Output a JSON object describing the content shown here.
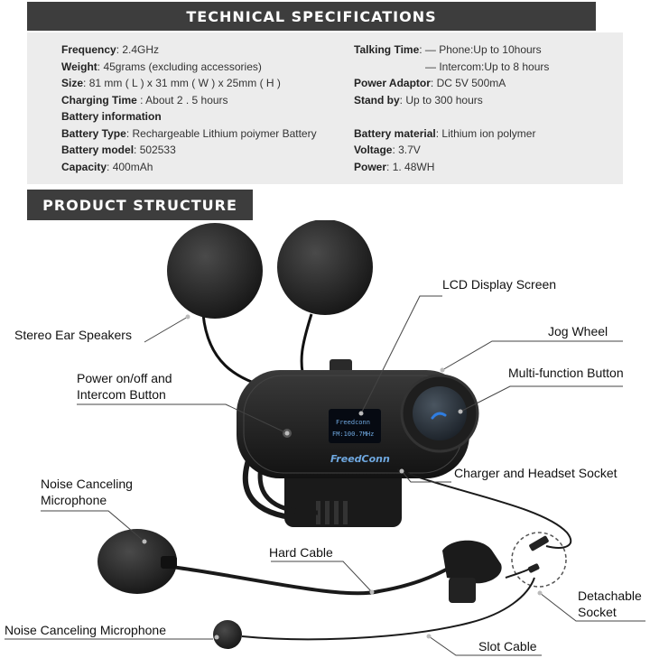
{
  "header": {
    "title": "TECHNICAL SPECIFICATIONS"
  },
  "specs": {
    "left": [
      {
        "label": "Frequency",
        "sep": ": ",
        "value": "2.4GHz"
      },
      {
        "label": "Weight",
        "sep": ": ",
        "value": "45grams (excluding accessories)"
      },
      {
        "label": "Size",
        "sep": ": ",
        "value": "81 mm ( L ) x 31 mm ( W ) x 25mm ( H )"
      },
      {
        "label": "Charging Time",
        "sep": " : ",
        "value": "About 2 . 5 hours"
      },
      {
        "label": "Battery information",
        "sep": "",
        "value": ""
      },
      {
        "label": "Battery Type",
        "sep": ": ",
        "value": "Rechargeable Lithium poiymer Battery"
      },
      {
        "label": "Battery model",
        "sep": ": ",
        "value": "502533"
      },
      {
        "label": "Capacity",
        "sep": ": ",
        "value": "400mAh"
      }
    ],
    "right": [
      {
        "label": "Talking Time",
        "sep": ": ",
        "value": "— Phone:Up to 10hours"
      },
      {
        "label": "",
        "sep": "",
        "value": "— Intercom:Up to 8 hours"
      },
      {
        "label": "Power Adaptor",
        "sep": ": ",
        "value": "DC 5V 500mA"
      },
      {
        "label": "Stand by",
        "sep": ": ",
        "value": "Up to 300 hours"
      },
      {
        "label": "Battery material",
        "sep": ": ",
        "value": "Lithium ion polymer"
      },
      {
        "label": "Voltage",
        "sep": ": ",
        "value": "3.7V"
      },
      {
        "label": "Power",
        "sep": ": ",
        "value": "1. 48WH"
      }
    ]
  },
  "structure": {
    "title": "PRODUCT STRUCTURE",
    "device_brand": "FreedConn",
    "screen_line1": "Freedconn",
    "screen_line2": "FM:100.7MHz",
    "labels": {
      "stereo_ear_speakers": "Stereo Ear Speakers",
      "lcd_display_screen": "LCD Display Screen",
      "jog_wheel": "Jog Wheel",
      "power_button_line1": "Power on/off and",
      "power_button_line2": "Intercom Button",
      "multi_function_button": "Multi-function Button",
      "charger_headset_socket": "Charger and Headset Socket",
      "noise_mic_boom_line1": "Noise Canceling",
      "noise_mic_boom_line2": "Microphone",
      "hard_cable": "Hard Cable",
      "detachable_socket_line1": "Detachable",
      "detachable_socket_line2": "Socket",
      "noise_mic_wired": "Noise Canceling Microphone",
      "slot_cable": "Slot Cable"
    }
  },
  "colors": {
    "banner": "#3d3d3d",
    "spec_panel": "#ececec",
    "device": "#1c1c1c",
    "screen_text": "#6fa8e0"
  }
}
